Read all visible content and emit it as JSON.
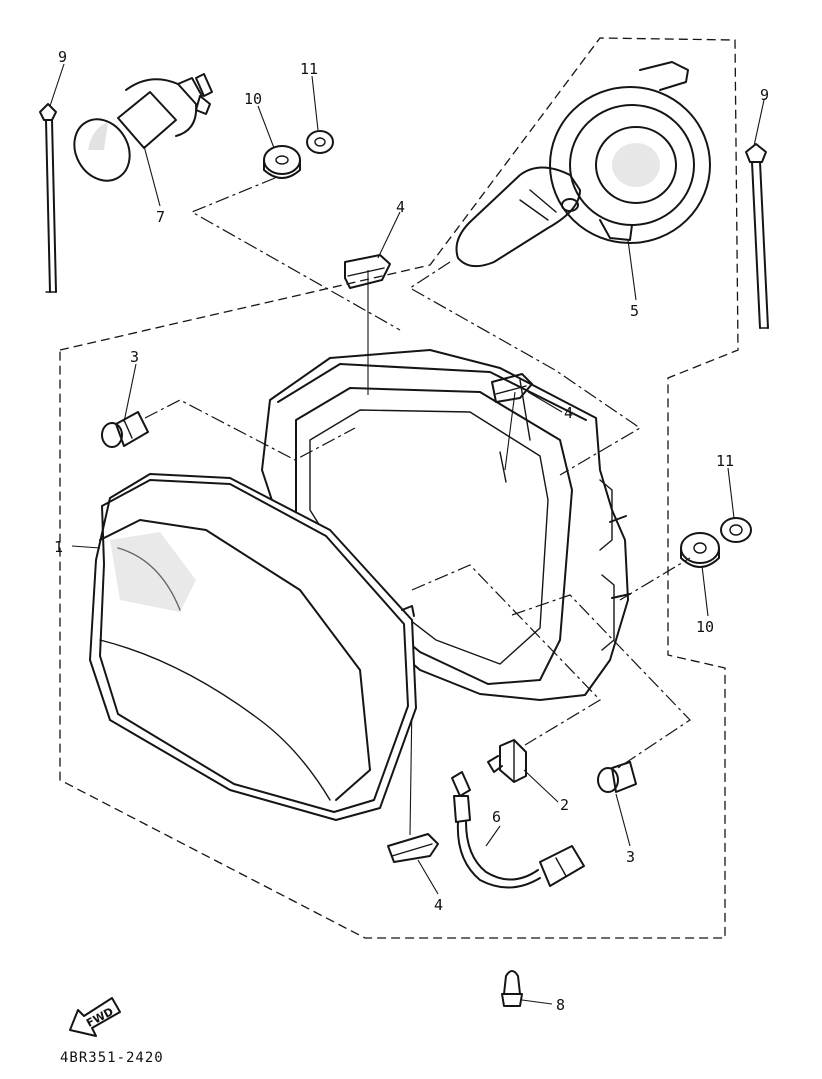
{
  "diagram": {
    "callouts": {
      "c9_left": "9",
      "c11_top": "11",
      "c10_top": "10",
      "c7": "7",
      "c4_top": "4",
      "c9_right": "9",
      "c5": "5",
      "c3_left": "3",
      "c4_mid": "4",
      "c1": "1",
      "c11_right": "11",
      "c10_right": "10",
      "c2": "2",
      "c6": "6",
      "c3_right": "3",
      "c4_bottom": "4",
      "c8": "8"
    },
    "fwd_label": "FWD",
    "part_code": "4BR351-2420"
  }
}
